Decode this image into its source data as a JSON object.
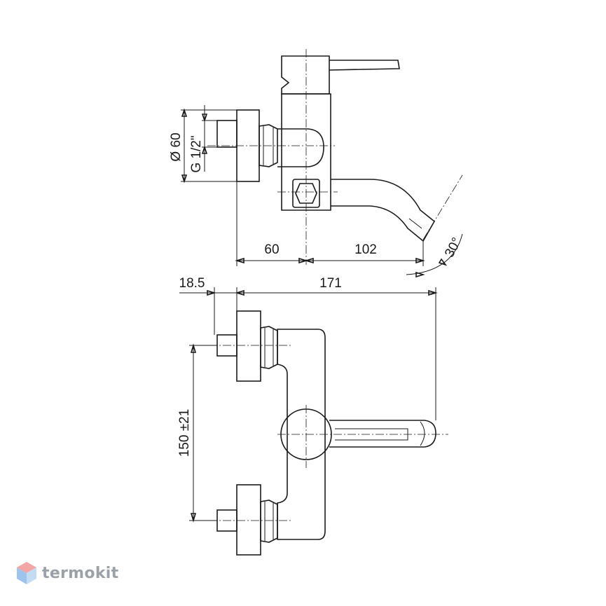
{
  "dimensions": {
    "diameter": "Ø 60",
    "thread": "G 1/2\"",
    "wall_offset": "60",
    "spout_reach": "102",
    "angle": "30°",
    "flange_depth": "18.5",
    "total_length": "171",
    "center_distance": "150 ±21"
  },
  "brand": {
    "name": "termokit",
    "logo_color_top": "#f4a6a6",
    "logo_color_bottom": "#9ec3ec"
  }
}
